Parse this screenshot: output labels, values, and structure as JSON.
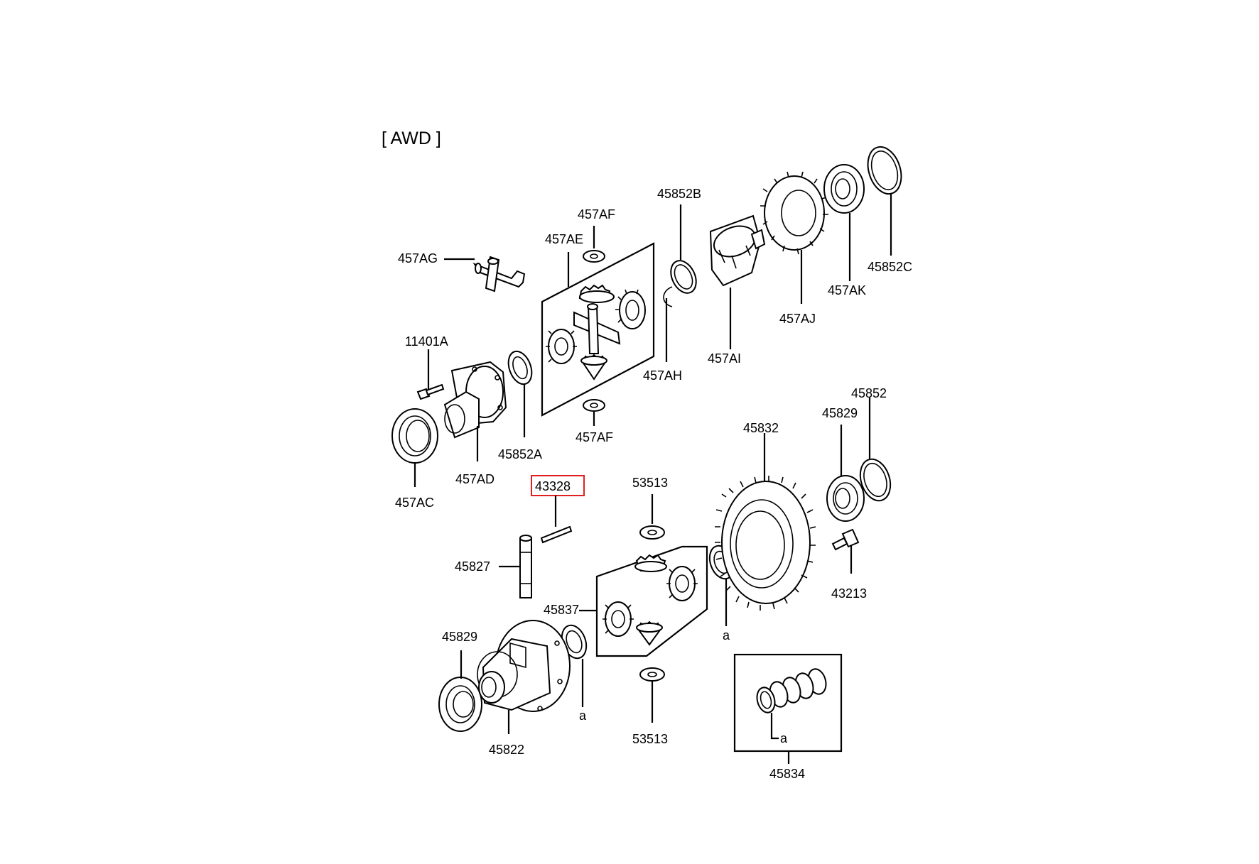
{
  "diagram": {
    "title": "[ AWD ]",
    "highlighted_label": "43328",
    "highlight_color": "#e02020",
    "labels": {
      "p457AG": "457AG",
      "p457AF_top": "457AF",
      "p457AE": "457AE",
      "p45852B": "45852B",
      "p45852C": "45852C",
      "p457AK": "457AK",
      "p457AJ": "457AJ",
      "p457AI": "457AI",
      "p457AH": "457AH",
      "p11401A": "11401A",
      "p45852A": "45852A",
      "p457AF_bottom": "457AF",
      "p457AD": "457AD",
      "p457AC": "457AC",
      "p45832": "45832",
      "p45829_right": "45829",
      "p45852": "45852",
      "p43328": "43328",
      "p53513_top": "53513",
      "p45827": "45827",
      "p43213": "43213",
      "p45837": "45837",
      "p45829_left": "45829",
      "p45822": "45822",
      "p53513_bottom": "53513",
      "p45834": "45834",
      "a_right": "a",
      "a_left": "a",
      "a_box": "a"
    }
  }
}
